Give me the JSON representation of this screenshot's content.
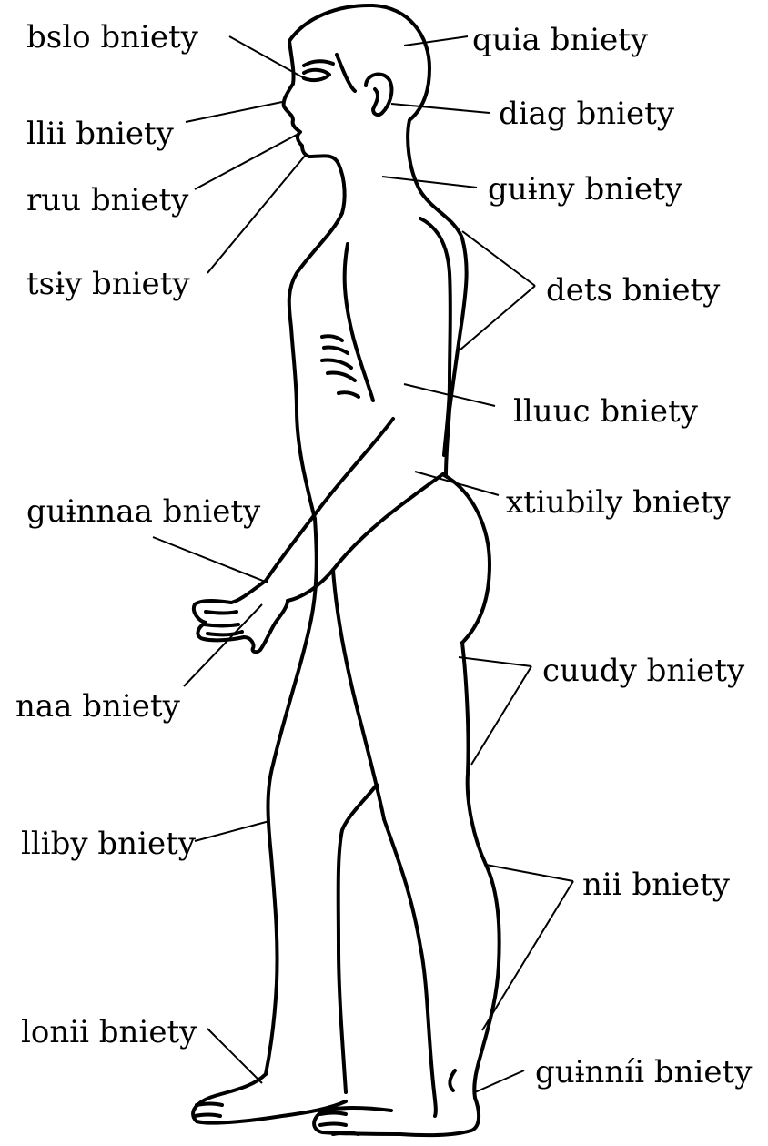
{
  "labels": {
    "bslo": "bslo bniety",
    "quia": "quia bniety",
    "llii": "llii bniety",
    "diag": "diag bniety",
    "ruu": "ruu bniety",
    "guiny": "guɨny bniety",
    "tsiy": "tsɨy bniety",
    "dets": "dets bniety",
    "lluuc": "lluuc bniety",
    "guinnaa": "guɨnnaa bniety",
    "xtiubily": "xtiubily bniety",
    "naa": "naa bniety",
    "cuudy": "cuudy bniety",
    "lliby": "lliby bniety",
    "nii": "nii bniety",
    "lonii": "lonii bniety",
    "guinnii": "guɨnníi bniety"
  }
}
